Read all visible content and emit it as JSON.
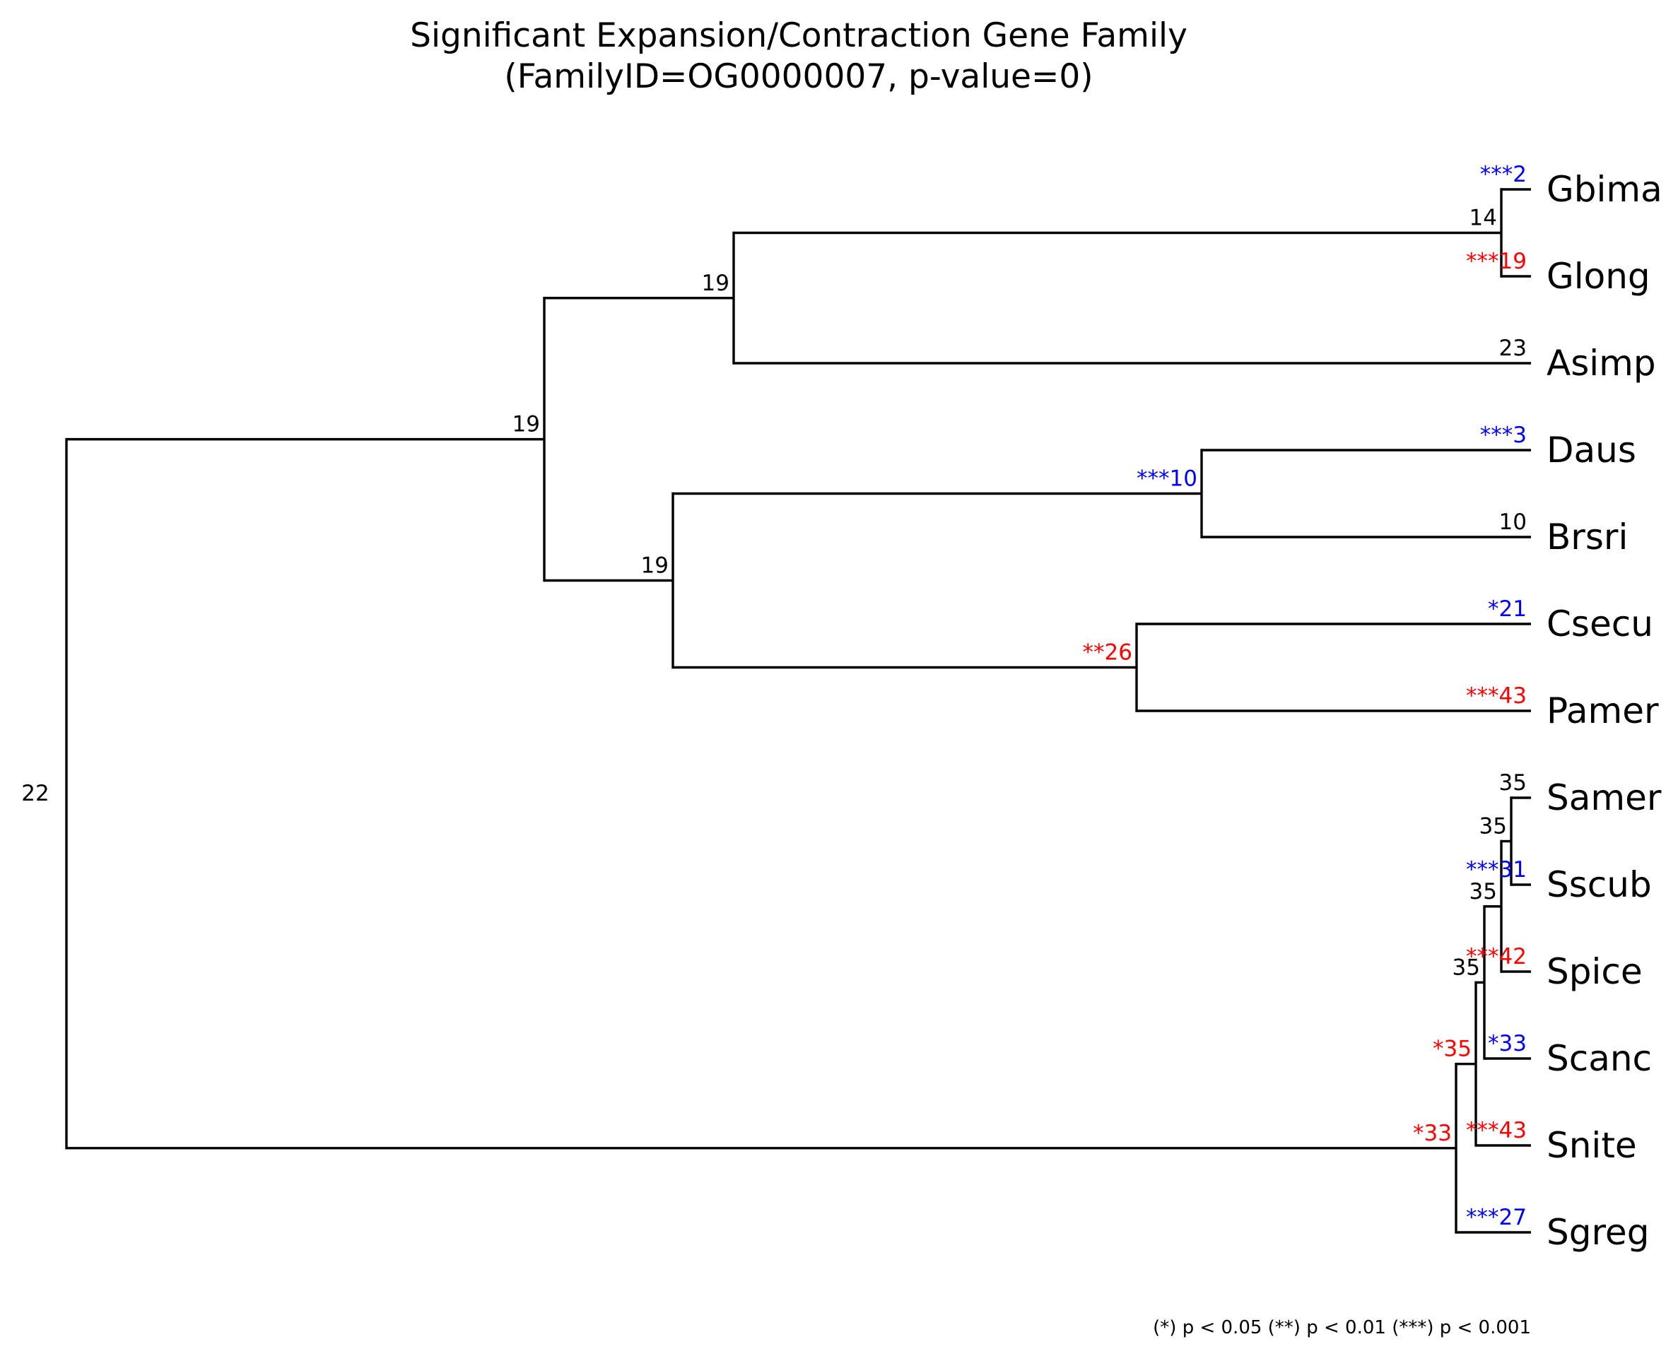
{
  "title_line1": "Significant Expansion/Contraction Gene Family",
  "title_line2": "(FamilyID=OG0000007, p-value=0)",
  "legend": "(*) p < 0.05  (**) p < 0.01  (***) p < 0.001",
  "colors": {
    "expansion": "#ff0000",
    "contraction": "#0000ff",
    "neutral": "#000000"
  },
  "tree": {
    "id": "root",
    "label": "22",
    "children": [
      {
        "id": "n_a",
        "label": "19",
        "children": [
          {
            "id": "n_b",
            "label": "19",
            "children": [
              {
                "id": "n_g",
                "label": "14",
                "children": [
                  {
                    "id": "Gbima",
                    "name": "Gbima",
                    "label": "***2",
                    "sig": "contraction"
                  },
                  {
                    "id": "Glong",
                    "name": "Glong",
                    "label": "***19",
                    "sig": "expansion"
                  }
                ]
              },
              {
                "id": "Asimp",
                "name": "Asimp",
                "label": "23"
              }
            ]
          },
          {
            "id": "n_c",
            "label": "19",
            "children": [
              {
                "id": "n_d",
                "label": "***10",
                "sig": "contraction",
                "children": [
                  {
                    "id": "Daus",
                    "name": "Daus",
                    "label": "***3",
                    "sig": "contraction"
                  },
                  {
                    "id": "Brsri",
                    "name": "Brsri",
                    "label": "10"
                  }
                ]
              },
              {
                "id": "n_e",
                "label": "**26",
                "sig": "expansion",
                "children": [
                  {
                    "id": "Csecu",
                    "name": "Csecu",
                    "label": "*21",
                    "sig": "contraction"
                  },
                  {
                    "id": "Pamer",
                    "name": "Pamer",
                    "label": "***43",
                    "sig": "expansion"
                  }
                ]
              }
            ]
          }
        ]
      },
      {
        "id": "n_s0",
        "label": "*33",
        "sig": "expansion",
        "children": [
          {
            "id": "n_s1",
            "label": "*35",
            "sig": "expansion",
            "children": [
              {
                "id": "n_s2",
                "label": "35",
                "children": [
                  {
                    "id": "n_s3",
                    "label": "35",
                    "children": [
                      {
                        "id": "n_s4",
                        "label": "35",
                        "children": [
                          {
                            "id": "Samer",
                            "name": "Samer",
                            "label": "35"
                          },
                          {
                            "id": "Sscub",
                            "name": "Sscub",
                            "label": "***31",
                            "sig": "contraction"
                          }
                        ]
                      },
                      {
                        "id": "Spice",
                        "name": "Spice",
                        "label": "***42",
                        "sig": "expansion"
                      }
                    ]
                  },
                  {
                    "id": "Scanc",
                    "name": "Scanc",
                    "label": "*33",
                    "sig": "contraction"
                  }
                ]
              },
              {
                "id": "Snite",
                "name": "Snite",
                "label": "***43",
                "sig": "expansion"
              }
            ]
          },
          {
            "id": "Sgreg",
            "name": "Sgreg",
            "label": "***27",
            "sig": "contraction"
          }
        ]
      }
    ]
  }
}
